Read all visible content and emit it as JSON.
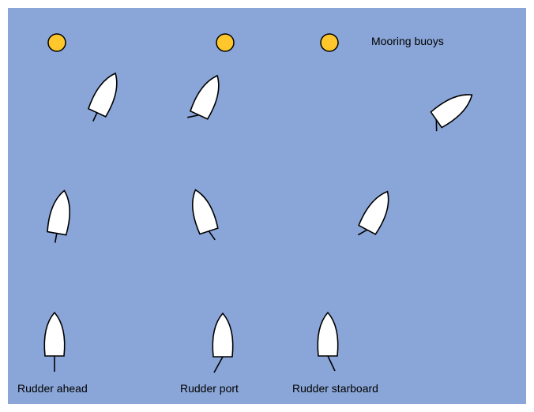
{
  "colors": {
    "water": "#8aa6d8",
    "buoy_fill": "#ffc72b",
    "buoy_stroke": "#000000",
    "hull_fill": "#ffffff",
    "hull_stroke": "#000000"
  },
  "legend": {
    "buoys_label": "Mooring buoys"
  },
  "columns": [
    {
      "label": "Rudder ahead"
    },
    {
      "label": "Rudder port"
    },
    {
      "label": "Rudder starboard"
    }
  ],
  "boats": [
    {
      "name": "boat-rudder-ahead-row1",
      "rudder": "ahead",
      "row": 1
    },
    {
      "name": "boat-rudder-port-row1",
      "rudder": "port",
      "row": 1
    },
    {
      "name": "boat-rudder-starboard-row1",
      "rudder": "starboard",
      "row": 1
    },
    {
      "name": "boat-rudder-ahead-row2",
      "rudder": "ahead",
      "row": 2
    },
    {
      "name": "boat-rudder-port-row2",
      "rudder": "port",
      "row": 2
    },
    {
      "name": "boat-rudder-starboard-row2",
      "rudder": "starboard",
      "row": 2
    },
    {
      "name": "boat-rudder-ahead-row3",
      "rudder": "ahead",
      "row": 3
    },
    {
      "name": "boat-rudder-port-row3",
      "rudder": "port",
      "row": 3
    },
    {
      "name": "boat-rudder-starboard-row3",
      "rudder": "starboard",
      "row": 3
    }
  ]
}
